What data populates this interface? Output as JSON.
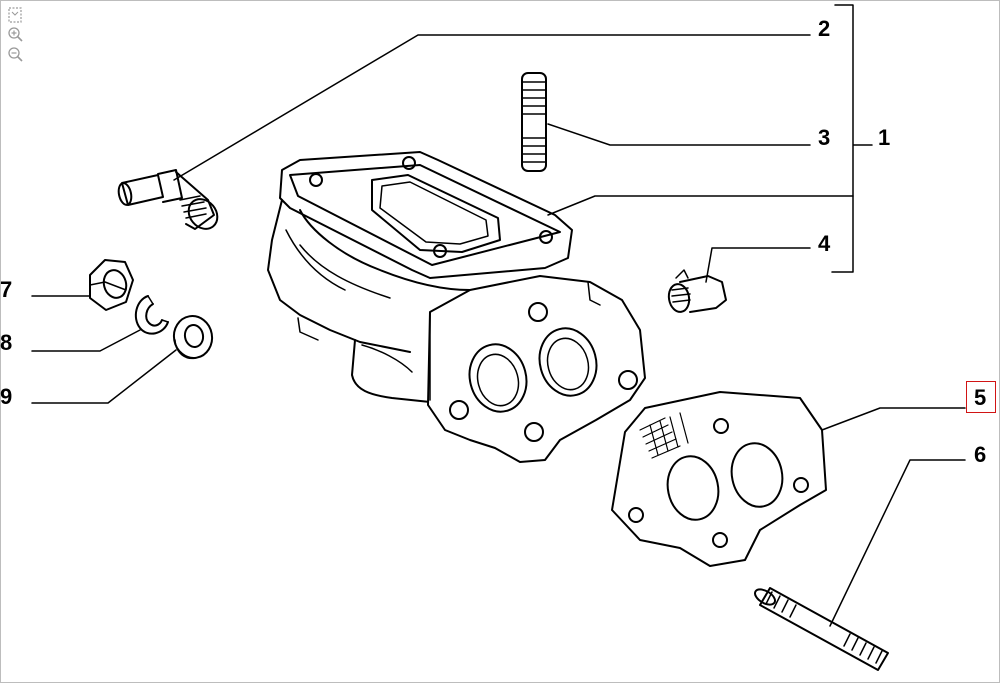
{
  "toolbar": {
    "tools": [
      {
        "icon": "fit-page-icon"
      },
      {
        "icon": "zoom-in-icon"
      },
      {
        "icon": "zoom-out-icon"
      }
    ]
  },
  "callouts": {
    "c1": "1",
    "c2": "2",
    "c3": "3",
    "c4": "4",
    "c5": "5",
    "c6": "6",
    "c7": "7",
    "c8": "8",
    "c9": "9"
  },
  "highlight": {
    "selected_callout": "5",
    "color": "#d11414"
  },
  "colors": {
    "line": "#000000",
    "background": "#ffffff"
  }
}
